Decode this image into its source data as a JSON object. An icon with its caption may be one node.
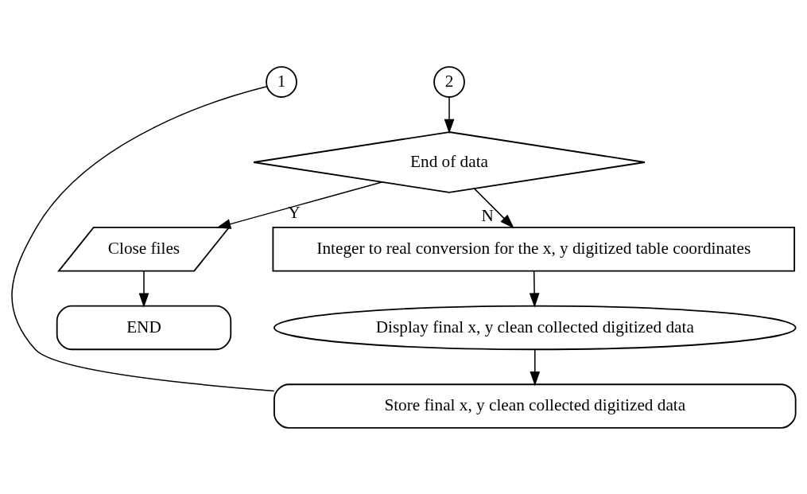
{
  "diagram": {
    "nodes": [
      {
        "text": [
          "1"
        ]
      },
      {
        "text": [
          "2"
        ]
      },
      {
        "text": [
          "End of data"
        ]
      },
      {
        "text": [
          "Close files"
        ]
      },
      {
        "text": [
          "END"
        ]
      },
      {
        "text": [
          "Integer to real conversion for the x, y digitized table coordinates"
        ]
      },
      {
        "text": [
          "Display final x, y clean collected digitized data"
        ]
      },
      {
        "text": [
          "Store final x, y clean collected digitized data"
        ]
      }
    ],
    "edges": [
      {
        "from": 1,
        "to": 2,
        "arrow": "to"
      },
      {
        "from": 2,
        "to": 3,
        "arrow": "to",
        "label": "Y"
      },
      {
        "from": 3,
        "to": 4,
        "arrow": "to"
      },
      {
        "from": 2,
        "to": 5,
        "arrow": "to",
        "label": "N"
      },
      {
        "from": 5,
        "to": 6,
        "arrow": "to"
      },
      {
        "from": 6,
        "to": 7,
        "arrow": "to"
      },
      {
        "from": 7,
        "to": 0,
        "arrow": "none"
      }
    ]
  }
}
